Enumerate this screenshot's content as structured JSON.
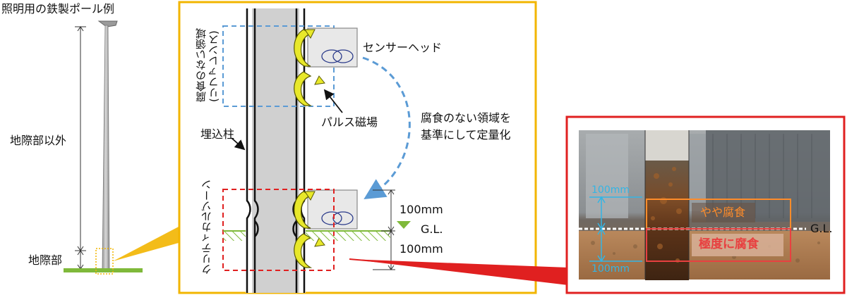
{
  "left_panel": {
    "title": "照明用の鉄製ポール例",
    "label_above_ground": "地際部以外",
    "label_ground": "地際部"
  },
  "middle_panel": {
    "reference_zone_label": "腐食のない領域\n(リファレンス)",
    "sensor_head_label": "センサーヘッド",
    "pulse_field_label": "パルス磁場",
    "quantify_label_line1": "腐食のない領域を",
    "quantify_label_line2": "基準にして定量化",
    "embedded_pole_label": "埋込柱",
    "critical_zone_label": "クリティカルゾーン",
    "dim_above": "100mm",
    "ground_level": "G.L.",
    "dim_below": "100mm"
  },
  "photo_panel": {
    "dim_above": "100mm",
    "dim_below": "100mm",
    "slight_corrosion": "やや腐食",
    "severe_corrosion": "極度に腐食",
    "ground_level": "G.L."
  },
  "colors": {
    "frame_yellow": "#f2b500",
    "frame_red": "#e02020",
    "reference_dash": "#5b9bd5",
    "critical_dash": "#e02020",
    "arrow_blue": "#5b9bd5",
    "ground_green": "#7fb93a",
    "coil_yellow": "#e8e82a",
    "slight_label": "#ff8c2a",
    "severe_label": "#e84040",
    "dim_cyan": "#33b5e5"
  }
}
